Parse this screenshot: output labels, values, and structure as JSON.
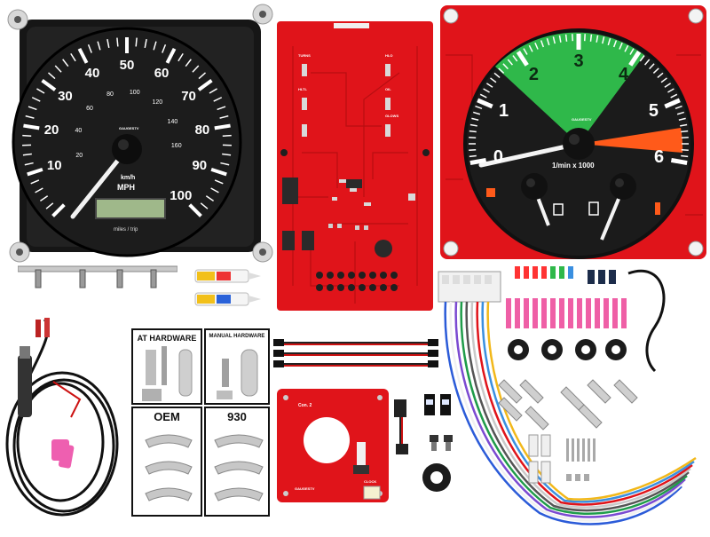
{
  "speedometer": {
    "mph_ticks": [
      "10",
      "20",
      "30",
      "40",
      "50",
      "60",
      "70",
      "80",
      "90",
      "100"
    ],
    "kmh_ticks": [
      "20",
      "40",
      "60",
      "80",
      "100",
      "120",
      "140",
      "160"
    ],
    "unit_kmh": "km/h",
    "unit_mph": "MPH",
    "odometer_caption": "miles / trip",
    "logo_text": "GAUGESTV"
  },
  "tachometer": {
    "ticks": [
      "0",
      "1",
      "2",
      "3",
      "4",
      "5",
      "6"
    ],
    "unit_label": "1/min x 1000",
    "logo_text": "GAUGESTV"
  },
  "pcb_main": {
    "labels": [
      "TURNS",
      "HLO",
      "HLTL",
      "OIL",
      "GLOWS"
    ]
  },
  "hardware_boxes": {
    "at": "AT HARDWARE",
    "manual": "MANUAL HARDWARE",
    "oem": "OEM",
    "nine_thirty": "930"
  },
  "small_pcb": {
    "label_con": "Con. 2",
    "label_clock": "CLOCK",
    "logo_text": "GAUGESTV"
  },
  "colors": {
    "pcb_red": "#e0141a",
    "gauge_face": "#1c1c1c",
    "tach_green": "#2fb84a",
    "tach_redline": "#ff5a1a",
    "lcd_green": "#9fb88a"
  }
}
